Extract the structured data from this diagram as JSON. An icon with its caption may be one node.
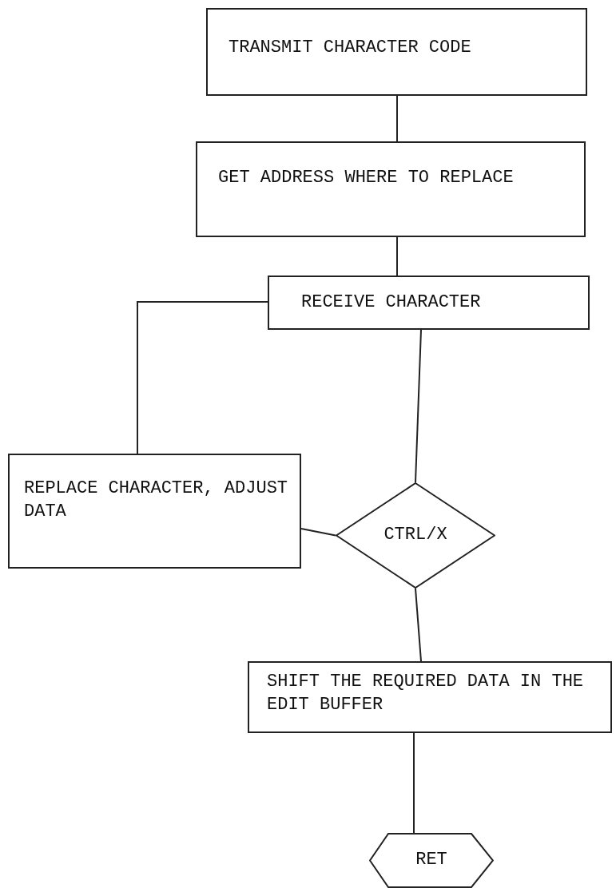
{
  "diagram": {
    "nodes": [
      {
        "text": [
          "TRANSMIT CHARACTER CODE"
        ]
      },
      {
        "text": [
          "GET ADDRESS WHERE TO REPLACE"
        ]
      },
      {
        "text": [
          "RECEIVE CHARACTER"
        ]
      },
      {
        "text": [
          "REPLACE CHARACTER, ADJUST DATA"
        ]
      },
      {
        "text": [
          "CTRL/X"
        ]
      },
      {
        "text": [
          "SHIFT THE REQUIRED DATA IN THE EDIT BUFFER"
        ]
      },
      {
        "text": [
          "RET"
        ]
      }
    ],
    "edges": [
      {
        "from": 0,
        "to": 1,
        "arrow": "none"
      },
      {
        "from": 1,
        "to": 2,
        "arrow": "none"
      },
      {
        "from": 2,
        "to": 4,
        "arrow": "none"
      },
      {
        "from": 4,
        "to": 3,
        "arrow": "none"
      },
      {
        "from": 3,
        "to": 2,
        "arrow": "none"
      },
      {
        "from": 4,
        "to": 5,
        "arrow": "none"
      },
      {
        "from": 5,
        "to": 6,
        "arrow": "none"
      }
    ]
  }
}
